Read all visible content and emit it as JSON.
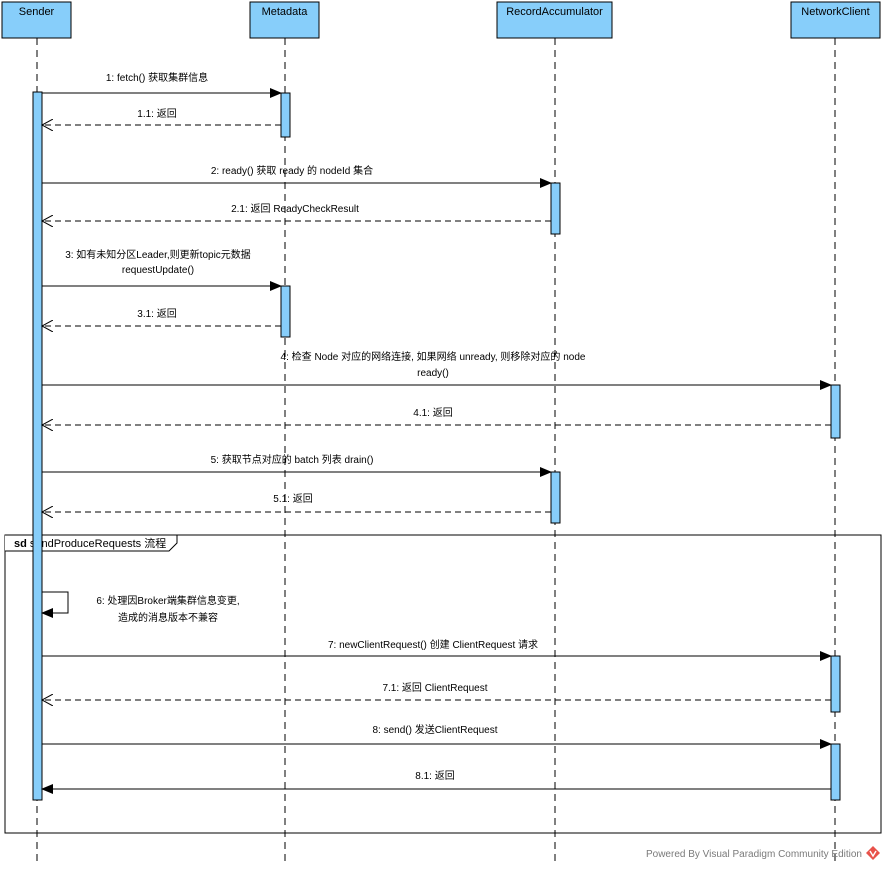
{
  "participants": [
    {
      "id": "sender",
      "label": "Sender"
    },
    {
      "id": "metadata",
      "label": "Metadata"
    },
    {
      "id": "accumulator",
      "label": "RecordAccumulator"
    },
    {
      "id": "network",
      "label": "NetworkClient"
    }
  ],
  "messages": [
    {
      "id": "m1",
      "lines": [
        "1: fetch() 获取集群信息"
      ]
    },
    {
      "id": "m1_1",
      "lines": [
        "1.1: 返回"
      ]
    },
    {
      "id": "m2",
      "lines": [
        "2: ready() 获取 ready 的 nodeId 集合"
      ]
    },
    {
      "id": "m2_1",
      "lines": [
        "2.1: 返回 ReadyCheckResult"
      ]
    },
    {
      "id": "m3",
      "lines": [
        "3: 如有未知分区Leader,则更新topic元数据",
        "requestUpdate()"
      ]
    },
    {
      "id": "m3_1",
      "lines": [
        "3.1: 返回"
      ]
    },
    {
      "id": "m4",
      "lines": [
        "4: 检查 Node 对应的网络连接, 如果网络 unready, 则移除对应的 node",
        "ready()"
      ]
    },
    {
      "id": "m4_1",
      "lines": [
        "4.1: 返回"
      ]
    },
    {
      "id": "m5",
      "lines": [
        "5: 获取节点对应的 batch 列表 drain()"
      ]
    },
    {
      "id": "m5_1",
      "lines": [
        "5.1: 返回"
      ]
    },
    {
      "id": "m6",
      "lines": [
        "6: 处理因Broker端集群信息变更,",
        "造成的消息版本不兼容"
      ]
    },
    {
      "id": "m7",
      "lines": [
        "7: newClientRequest() 创建 ClientRequest 请求"
      ]
    },
    {
      "id": "m7_1",
      "lines": [
        "7.1: 返回 ClientRequest"
      ]
    },
    {
      "id": "m8",
      "lines": [
        "8: send() 发送ClientRequest"
      ]
    },
    {
      "id": "m8_1",
      "lines": [
        "8.1: 返回"
      ]
    }
  ],
  "frame": {
    "keyword": "sd",
    "name": "sendProduceRequests 流程"
  },
  "footer": {
    "text": "Powered By  Visual Paradigm Community Edition"
  },
  "colors": {
    "participant_fill": "#87cefa",
    "activation_fill": "#87cefa",
    "line": "#000000"
  }
}
